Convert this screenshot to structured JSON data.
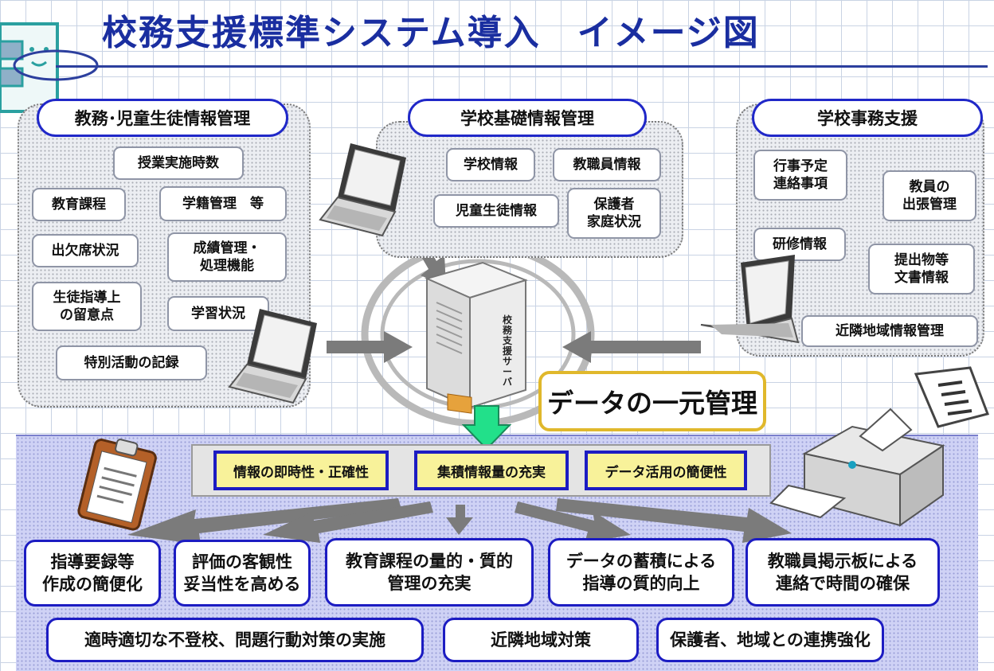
{
  "title": "校務支援標準システム導入　イメージ図",
  "groups": {
    "left": {
      "title": "教務･児童生徒情報管理",
      "items": [
        "授業実施時数",
        "教育課程",
        "学籍管理　等",
        "出欠席状況",
        "成績管理・\n処理機能",
        "生徒指導上\nの留意点",
        "学習状況",
        "特別活動の記録"
      ]
    },
    "center": {
      "title": "学校基礎情報管理",
      "items": [
        "学校情報",
        "教職員情報",
        "児童生徒情報",
        "保護者\n家庭状況"
      ]
    },
    "right": {
      "title": "学校事務支援",
      "items": [
        "行事予定\n連絡事項",
        "教員の\n出張管理",
        "研修情報",
        "提出物等\n文書情報",
        "近隣地域情報管理"
      ]
    }
  },
  "server_label": "校務支援サーバ",
  "callout": "データの一元管理",
  "benefits": [
    "情報の即時性・正確性",
    "集積情報量の充実",
    "データ活用の簡便性"
  ],
  "outcomes": [
    "指導要録等\n作成の簡便化",
    "評価の客観性\n妥当性を高める",
    "教育課程の量的・質的\n管理の充実",
    "データの蓄積による\n指導の質的向上",
    "教職員掲示板による\n連絡で時間の確保"
  ],
  "bottom_items": [
    "適時適切な不登校、問題行動対策の実施",
    "近隣地域対策",
    "保護者、地域との連携強化"
  ],
  "colors": {
    "accent": "#1c1cc2",
    "title": "#1a2ea0",
    "callout_border": "#e0b82c",
    "benefit_fill": "#f8f29a",
    "arrow": "#7b7b7b",
    "down_arrow": "#22e08a"
  }
}
